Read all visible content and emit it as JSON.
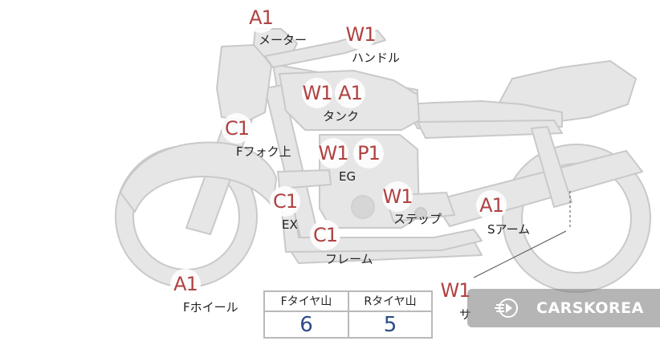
{
  "parts": {
    "meter": "メーター",
    "handle": "ハンドル",
    "tank": "タンク",
    "ffork": "Fフォク上",
    "engine": "EG",
    "exhaust": "EX",
    "step": "ステップ",
    "sarm": "Sアーム",
    "frame": "フレーム",
    "fwheel": "Fホイール",
    "partial": "サ"
  },
  "badges": {
    "meter": "A1",
    "handle": "W1",
    "tank_1": "W1",
    "tank_2": "A1",
    "ffork": "C1",
    "engine_1": "W1",
    "engine_2": "P1",
    "exhaust": "C1",
    "step": "W1",
    "sarm": "A1",
    "frame": "C1",
    "fwheel": "A1",
    "partial": "W1"
  },
  "tread_table": {
    "front_label": "Fタイヤ山",
    "rear_label": "Rタイヤ山",
    "front_value": "6",
    "rear_value": "5"
  },
  "watermark": {
    "text": "CARSKOREA",
    "icon": "carskorea-logo-icon"
  },
  "colors": {
    "bike_fill": "#e6e6e6",
    "bike_stroke": "#c9c9c9",
    "badge_text": "#b04242",
    "value_text": "#2c4b86"
  }
}
